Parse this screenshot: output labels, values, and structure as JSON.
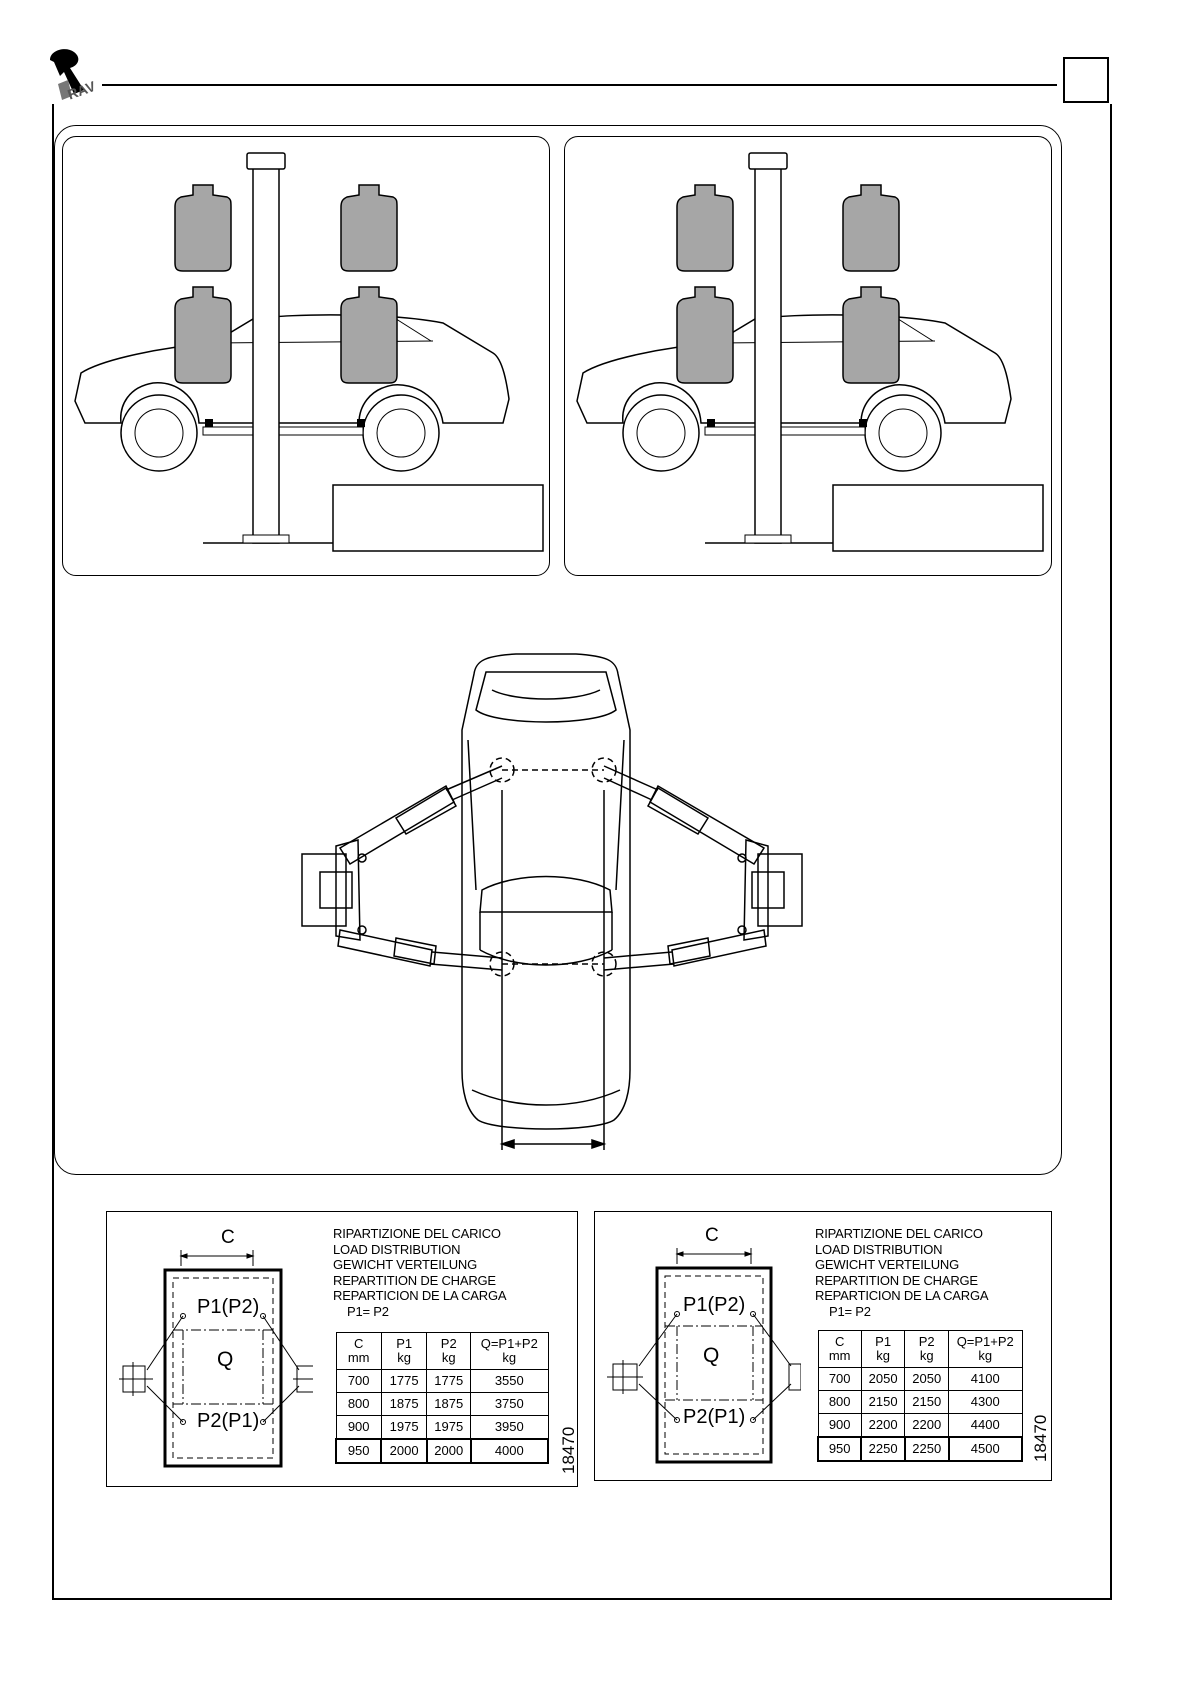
{
  "page": {
    "page_number": ""
  },
  "load_distribution": [
    {
      "titles": [
        "RIPARTIZIONE DEL CARICO",
        "LOAD DISTRIBUTION",
        "GEWICHT VERTEILUNG",
        "REPARTITION DE CHARGE",
        "REPARTICION DE LA CARGA"
      ],
      "formula": "P1= P2",
      "diagram": {
        "c_label": "C",
        "p1_label": "P1(P2)",
        "q_label": "Q",
        "p2_label": "P2(P1)"
      },
      "headers": [
        "C\nmm",
        "P1\nkg",
        "P2\nkg",
        "Q=P1+P2\nkg"
      ],
      "rows": [
        [
          "700",
          "1775",
          "1775",
          "3550"
        ],
        [
          "800",
          "1875",
          "1875",
          "3750"
        ],
        [
          "900",
          "1975",
          "1975",
          "3950"
        ],
        [
          "950",
          "2000",
          "2000",
          "4000"
        ]
      ],
      "code": "18470"
    },
    {
      "titles": [
        "RIPARTIZIONE DEL CARICO",
        "LOAD DISTRIBUTION",
        "GEWICHT VERTEILUNG",
        "REPARTITION DE CHARGE",
        "REPARTICION DE LA CARGA"
      ],
      "formula": "P1= P2",
      "diagram": {
        "c_label": "C",
        "p1_label": "P1(P2)",
        "q_label": "Q",
        "p2_label": "P2(P1)"
      },
      "headers": [
        "C\nmm",
        "P1\nkg",
        "P2\nkg",
        "Q=P1+P2\nkg"
      ],
      "rows": [
        [
          "700",
          "2050",
          "2050",
          "4100"
        ],
        [
          "800",
          "2150",
          "2150",
          "4300"
        ],
        [
          "900",
          "2200",
          "2200",
          "4400"
        ],
        [
          "950",
          "2250",
          "2250",
          "4500"
        ]
      ],
      "code": "18470"
    }
  ],
  "icons": {
    "logo": "ravaglioli-logo-icon",
    "car_side": "car-side-view-icon",
    "weight": "weight-icon",
    "car_top": "car-top-view-icon"
  },
  "colors": {
    "weight_fill": "#a6a6a6",
    "line": "#000000",
    "background": "#ffffff"
  }
}
